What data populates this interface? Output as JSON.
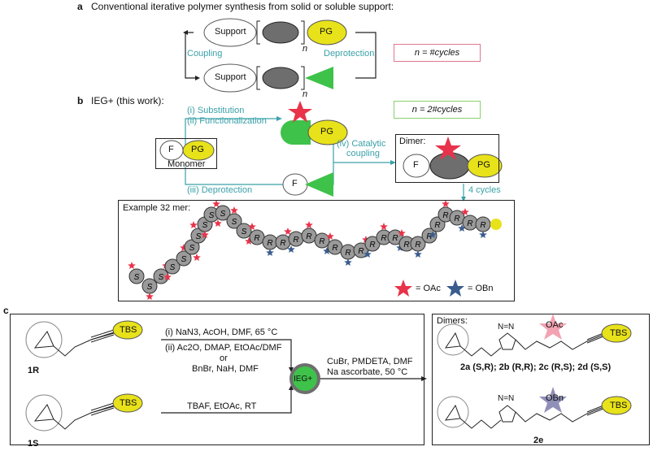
{
  "panel_a": {
    "letter": "a",
    "title": "Conventional iterative polymer synthesis from solid or soluble support:",
    "support_top": "Support",
    "support_bottom": "Support",
    "pg": "PG",
    "n_top": "n",
    "n_bottom": "n",
    "coupling": "Coupling",
    "deprotection": "Deprotection",
    "n_cycles_box": "n = #cycles"
  },
  "panel_b": {
    "letter": "b",
    "title": "IEG+ (this work):",
    "step1": "(i) Substitution",
    "step2": "(ii) Functionalization",
    "step3": "(iii) Deprotection",
    "step4a": "(iv) Catalytic",
    "step4b": "coupling",
    "n_box": "n = 2#cycles",
    "monomer_f": "F",
    "monomer_pg": "PG",
    "monomer_label": "Monomer",
    "top_pg": "PG",
    "bottom_f": "F",
    "dimer_label": "Dimer:",
    "dimer_f": "F",
    "dimer_pg": "PG",
    "cycles": "4 cycles",
    "example_title": "Example 32 mer:",
    "legend_oac": "= OAc",
    "legend_obn": "= OBn",
    "chain_labels": [
      "S",
      "S",
      "S",
      "S",
      "S",
      "S",
      "S",
      "S",
      "S",
      "S",
      "S",
      "S",
      "R",
      "R",
      "R",
      "R",
      "R",
      "R",
      "R",
      "R",
      "R",
      "R",
      "R",
      "R",
      "R",
      "R",
      "R",
      "R",
      "R",
      "R",
      "R",
      "R"
    ]
  },
  "panel_c": {
    "letter": "c",
    "r1_label": "1R",
    "s1_label": "1S",
    "tbs": "TBS",
    "cond1": "(i) NaN3, AcOH, DMF, 65 °C",
    "cond2": "(ii) Ac2O, DMAP, EtOAc/DMF",
    "cond_or": "or",
    "cond3": "BnBr, NaH, DMF",
    "cond4": "TBAF, EtOAc, RT",
    "ieg": "IEG+",
    "coup1": "CuBr, PMDETA, DMF",
    "coup2": "Na ascorbate, 50 °C",
    "dimers": "Dimers:",
    "n_eq": "N=N",
    "oac": "OAc",
    "obn": "OBn",
    "dimers_line": "2a (S,R); 2b (R,R); 2c (R,S); 2d (S,S)",
    "e_label": "2e"
  }
}
